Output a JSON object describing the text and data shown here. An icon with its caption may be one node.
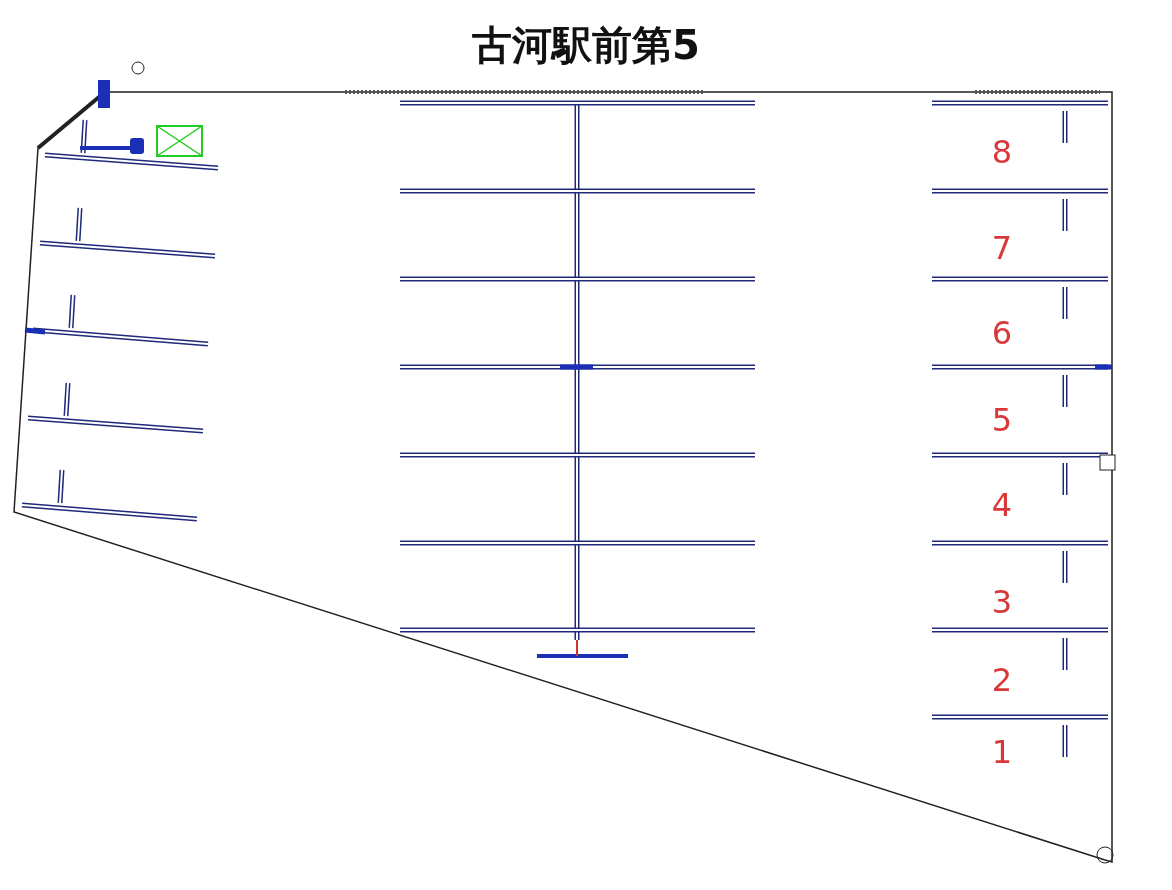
{
  "diagram": {
    "title": "古河駅前第5",
    "labels": [
      "8",
      "7",
      "6",
      "5",
      "4",
      "3",
      "2",
      "1"
    ]
  }
}
